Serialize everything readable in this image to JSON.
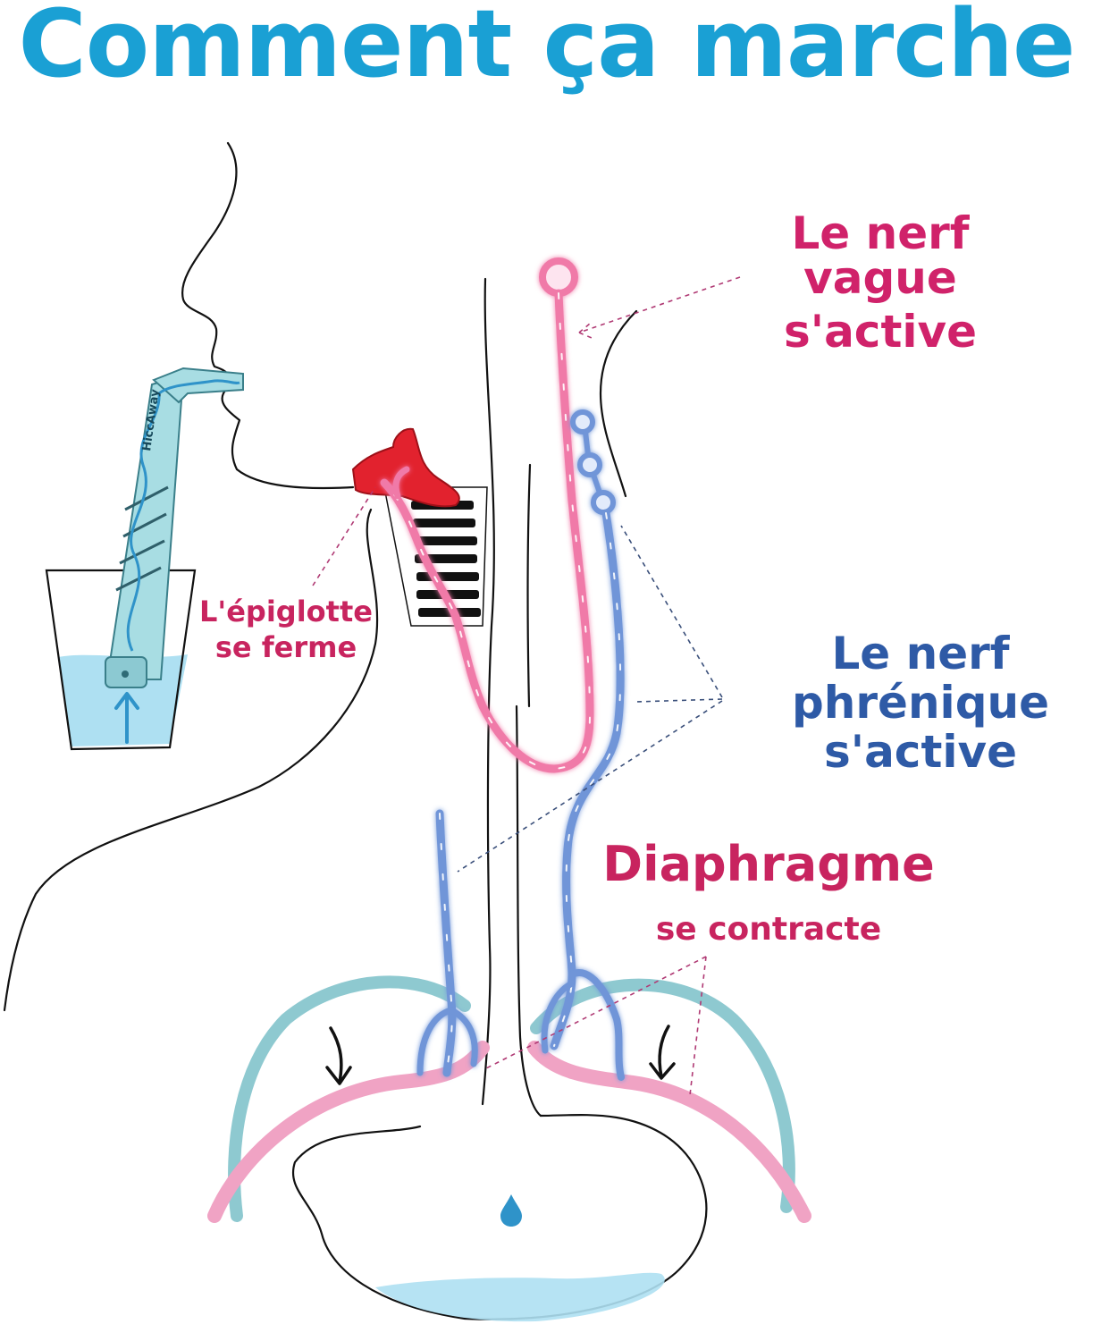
{
  "title": "Comment ça marche",
  "labels": {
    "vagus_line1": "Le nerf",
    "vagus_line2": "vague",
    "vagus_line3": "s'active",
    "phrenic_line1": "Le nerf",
    "phrenic_line2": "phrénique",
    "phrenic_line3": "s'active",
    "epiglottis_line1": "L'épiglotte",
    "epiglottis_line2": "se ferme",
    "diaphragm_line1": "Diaphragme",
    "diaphragm_line2": "se contracte"
  },
  "straw_brand": "HiccAway",
  "colors": {
    "title": "#1aa0d4",
    "vagus_label": "#d0226a",
    "phrenic_label": "#2e5aa6",
    "epiglottis_label": "#c8245f",
    "diaphragm_label": "#c8245f",
    "vagus_nerf": "#f07aa8",
    "phrenic_nerf": "#6f95d8",
    "ribs": "#7fc3cc",
    "diaphragm": "#f0a3c4",
    "water": "#aee0f2",
    "epiglottis": "#e2222e"
  },
  "icons": [
    "arrow-down-icon",
    "arrow-up-icon",
    "water-drop-icon"
  ]
}
